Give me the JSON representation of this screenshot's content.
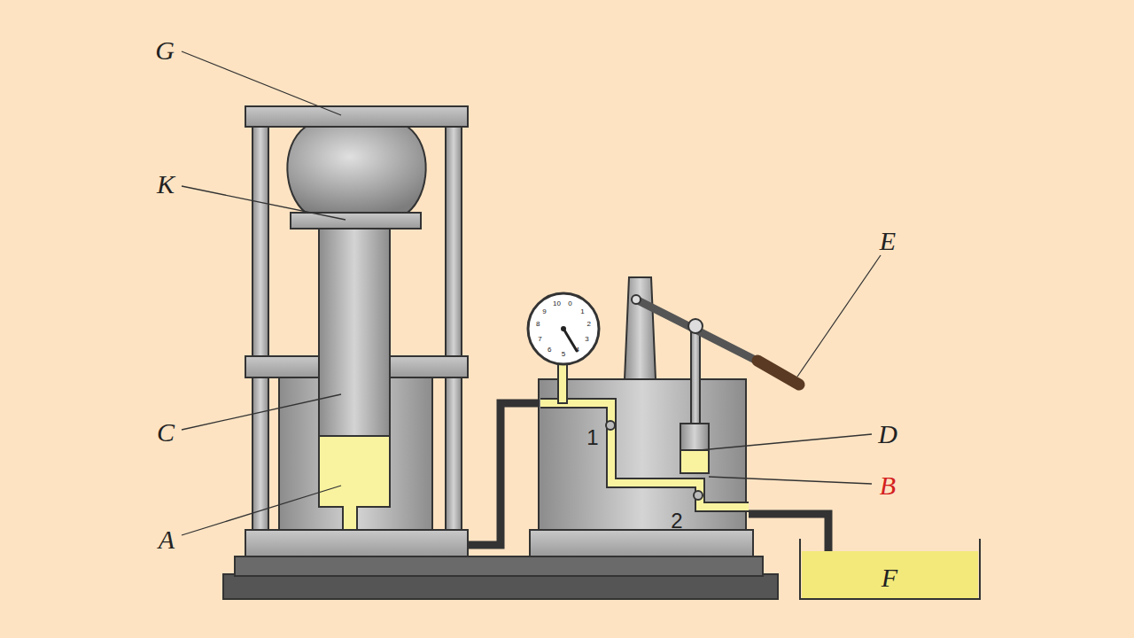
{
  "diagram": {
    "labels": [
      "G",
      "K",
      "C",
      "A",
      "E",
      "D",
      "B",
      "F",
      "1",
      "2",
      "0",
      "1",
      "2",
      "3",
      "4",
      "5",
      "6",
      "7",
      "8",
      "9",
      "10"
    ]
  }
}
